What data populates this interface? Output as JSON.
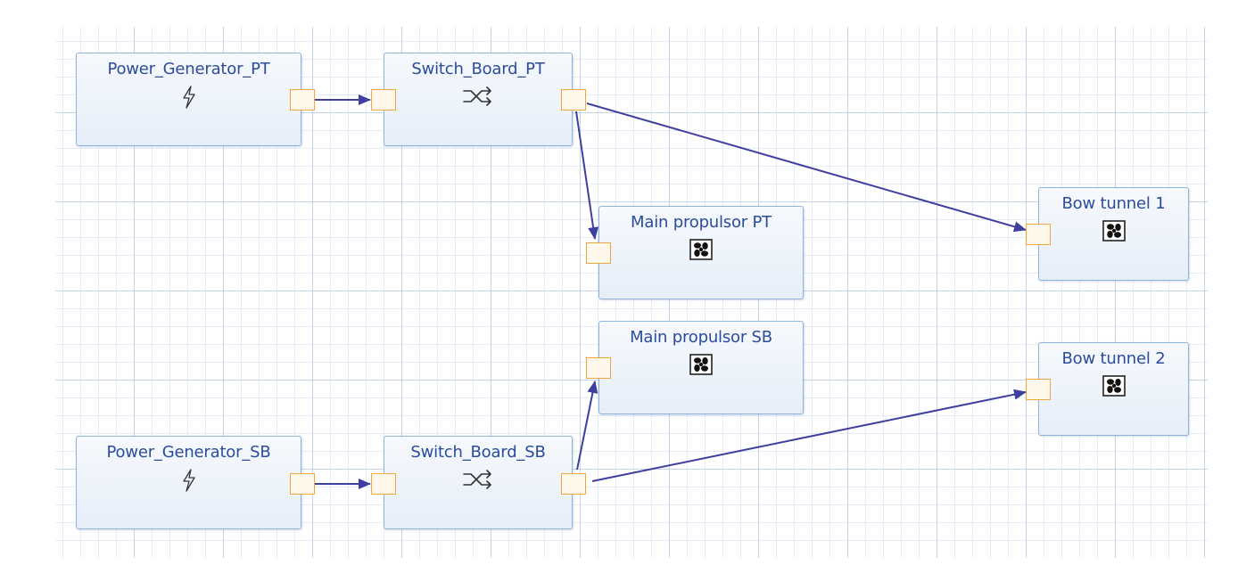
{
  "nodes": {
    "power_generator_pt": {
      "label": "Power_Generator_PT",
      "icon": "lightning-icon"
    },
    "switch_board_pt": {
      "label": "Switch_Board_PT",
      "icon": "shuffle-icon"
    },
    "main_propulsor_pt": {
      "label": "Main propulsor PT",
      "icon": "fan-icon"
    },
    "bow_tunnel_1": {
      "label": "Bow tunnel 1",
      "icon": "fan-icon"
    },
    "main_propulsor_sb": {
      "label": "Main propulsor SB",
      "icon": "fan-icon"
    },
    "bow_tunnel_2": {
      "label": "Bow tunnel 2",
      "icon": "fan-icon"
    },
    "power_generator_sb": {
      "label": "Power_Generator_SB",
      "icon": "lightning-icon"
    },
    "switch_board_sb": {
      "label": "Switch_Board_SB",
      "icon": "shuffle-icon"
    }
  },
  "connections": [
    {
      "from": "Power_Generator_PT",
      "to": "Switch_Board_PT"
    },
    {
      "from": "Switch_Board_PT",
      "to": "Main propulsor PT"
    },
    {
      "from": "Switch_Board_PT",
      "to": "Bow tunnel 1"
    },
    {
      "from": "Power_Generator_SB",
      "to": "Switch_Board_SB"
    },
    {
      "from": "Switch_Board_SB",
      "to": "Main propulsor SB"
    },
    {
      "from": "Switch_Board_SB",
      "to": "Bow tunnel 2"
    }
  ],
  "colors": {
    "node_border": "#8fb4dc",
    "node_title": "#2b4c9b",
    "port_border": "#f0a640",
    "port_fill": "#fff8ea",
    "link": "#3f3fa0"
  }
}
